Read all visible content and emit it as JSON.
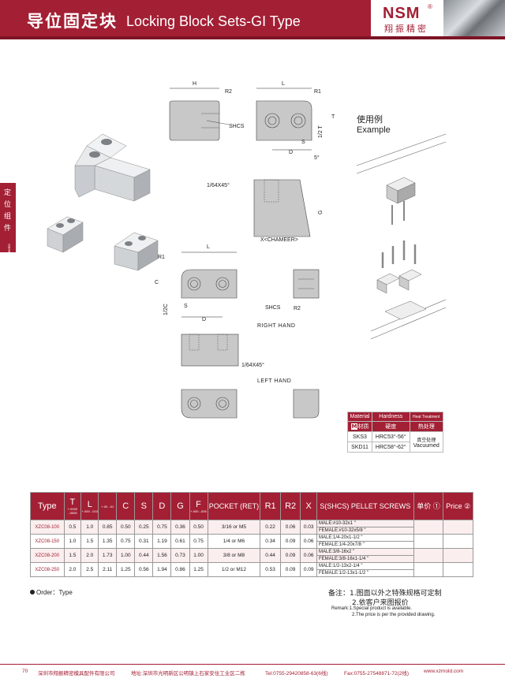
{
  "header": {
    "title_cn": "导位固定块",
    "title_en": "Locking Block Sets-GI Type",
    "logo": "NSM",
    "logo_reg": "®",
    "logo_cn": "翔振精密"
  },
  "side_tab": {
    "cn": "定位组件",
    "en": "Positioning Components"
  },
  "drawings": {
    "labels": {
      "H": "H",
      "R2": "R2",
      "L": "L",
      "R1": "R1",
      "T": "T",
      "half_T": "1/2 T",
      "SHCS": "SHCS",
      "D": "D",
      "S": "S",
      "angle5": "5°",
      "chamfer": "1/64X45°",
      "G": "G",
      "X_chameer": "X<CHAMEER>",
      "C": "C",
      "half_C": "1/2C",
      "D2": "D",
      "S2": "S",
      "SHCS2": "SHCS",
      "R2b": "R2",
      "R1b": "R1",
      "L2": "L",
      "chamfer2": "1/64X45°"
    },
    "example_cn": "使用例",
    "example_en": "Example",
    "right_hand": "RIGHT HAND",
    "left_hand": "LEFT HAND"
  },
  "material_table": {
    "header_en": [
      "Material",
      "Hardness",
      "Heat Treatment"
    ],
    "header_cn": [
      "材质",
      "硬度",
      "热处理"
    ],
    "m_badge": "M",
    "rows": [
      {
        "material": "SKS3",
        "hardness": "HRC53°-56°"
      },
      {
        "material": "SKD11",
        "hardness": "HRC58°-62°"
      }
    ],
    "treatment_cn": "真空处理",
    "treatment_en": "Vacuumed"
  },
  "main_table": {
    "headers": {
      "type": "Type",
      "T": "T",
      "L": "L",
      "blank": "",
      "C": "C",
      "S": "S",
      "D": "D",
      "G": "G",
      "F": "F",
      "pocket": "POCKET (RET)",
      "R1": "R1",
      "R2": "R2",
      "X": "X",
      "screws": "S(SHCS) PELLET SCREWS",
      "price1": "单价 ①",
      "price2": "Price ②"
    },
    "tolerances": {
      "T": "+.0000 -.0005",
      "L": "+.000 -.010",
      "blank": "+.00 -.01",
      "F": "+.000 -.005"
    },
    "rows": [
      {
        "type": "XZC08-100",
        "T": "0.5",
        "L": "1.0",
        "c3": "0.85",
        "C": "0.50",
        "S": "0.25",
        "D": "0.75",
        "G": "0.36",
        "F": "0.50",
        "pocket": "3/16 or M5",
        "R1": "0.22",
        "R2": "0.06",
        "X": "0.03",
        "male": "MALE:#10-32x1 \"",
        "female": "FEMALE:#10-32x5/8 \""
      },
      {
        "type": "XZC08-150",
        "T": "1.0",
        "L": "1.5",
        "c3": "1.35",
        "C": "0.75",
        "S": "0.31",
        "D": "1.19",
        "G": "0.61",
        "F": "0.75",
        "pocket": "1/4 or M6",
        "R1": "0.34",
        "R2": "0.09",
        "X": "0.06",
        "male": "MALE:1/4-20x1-1/2 \"",
        "female": "FEMALE:1/4-20x7/8 \""
      },
      {
        "type": "XZC08-200",
        "T": "1.5",
        "L": "2.0",
        "c3": "1.73",
        "C": "1.00",
        "S": "0.44",
        "D": "1.56",
        "G": "0.73",
        "F": "1.00",
        "pocket": "3/8 or M8",
        "R1": "0.44",
        "R2": "0.09",
        "X": "0.06",
        "male": "MALE:3/8-16x2 \"",
        "female": "FEMALE:3/8-16x1-1/4 \""
      },
      {
        "type": "XZC08-250",
        "T": "2.0",
        "L": "2.5",
        "c3": "2.11",
        "C": "1.25",
        "S": "0.56",
        "D": "1.94",
        "G": "0.86",
        "F": "1.25",
        "pocket": "1/2 or M12",
        "R1": "0.53",
        "R2": "0.09",
        "X": "0.09",
        "male": "MALE:1/2-13x2-1/4 \"",
        "female": "FEMALE:1/2-13x1-1/2 \""
      }
    ]
  },
  "order": "Order：Type",
  "notes": {
    "cn1": "备注：1.图面以外之特殊规格可定制",
    "cn2": "2.依客户来图报价",
    "en1": "Remark:1.Special product is available.",
    "en2": "2.The price is per the provided drawing."
  },
  "footer": {
    "page": "70",
    "company": "深圳市翔振精密模具配件有限公司",
    "address": "地址:深圳市光明新区公明镇上石家安住工业区二栋",
    "tel": "Tel:0755-29420858-63(6线)",
    "fax": "Fax:0755-27548871-72(2线)",
    "web": "www.xzmold.com"
  },
  "colors": {
    "brand": "#a31f34",
    "part": "#c8c8c8"
  }
}
